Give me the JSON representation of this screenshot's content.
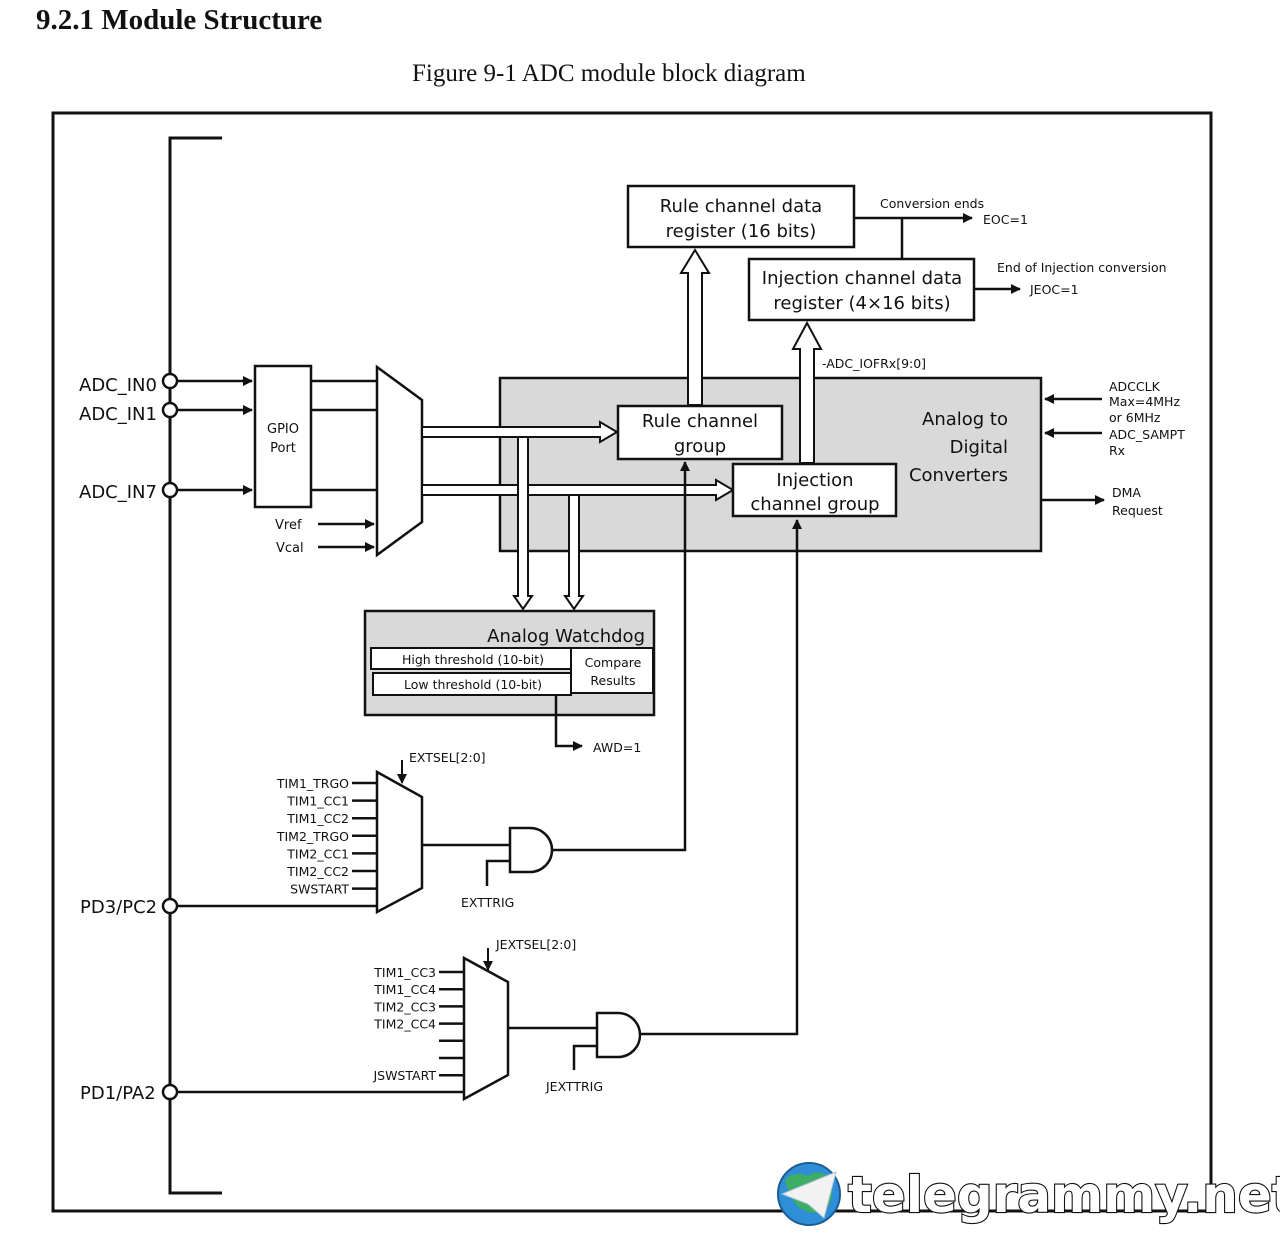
{
  "header": {
    "section_title": "9.2.1 Module Structure",
    "figure_caption": "Figure 9-1 ADC module block diagram"
  },
  "colors": {
    "line": "#111111",
    "block_fill_gray": "#d9d9d9",
    "box_fill": "#ffffff"
  },
  "inputs": {
    "adc_in0": "ADC_IN0",
    "adc_in1": "ADC_IN1",
    "adc_in7": "ADC_IN7",
    "pd3_pc2": "PD3/PC2",
    "pd1_pa2": "PD1/PA2",
    "vref": "Vref",
    "vcal": "Vcal"
  },
  "gpio": {
    "line1": "GPIO",
    "line2": "Port"
  },
  "rule_data_register": {
    "line1": "Rule channel data",
    "line2": "register (16 bits)"
  },
  "injection_data_register": {
    "line1": "Injection channel data",
    "line2": "register (4×16 bits)"
  },
  "conversion_ends": {
    "label": "Conversion ends",
    "flag": "EOC=1"
  },
  "injection_end": {
    "label": "End of Injection conversion",
    "flag": "JEOC=1"
  },
  "offset_register": "-ADC_IOFRx[9:0]",
  "adc_block": {
    "line1": "Analog to",
    "line2": "Digital",
    "line3": "Converters",
    "rule_group": {
      "line1": "Rule channel",
      "line2": "group"
    },
    "injection_group": {
      "line1": "Injection",
      "line2": "channel group"
    }
  },
  "clock_inputs": {
    "line1": "ADCCLK",
    "line2": "Max=4MHz",
    "line3": "or 6MHz",
    "line4": "ADC_SAMPT",
    "line5": "Rx"
  },
  "dma": {
    "line1": "DMA",
    "line2": "Request"
  },
  "watchdog": {
    "title": "Analog Watchdog",
    "high": "High threshold (10-bit)",
    "low": "Low threshold (10-bit)",
    "compare1": "Compare",
    "compare2": "Results",
    "flag": "AWD=1"
  },
  "regular_trigger": {
    "select": "EXTSEL[2:0]",
    "sources": [
      "TIM1_TRGO",
      "TIM1_CC1",
      "TIM1_CC2",
      "TIM2_TRGO",
      "TIM2_CC1",
      "TIM2_CC2",
      "SWSTART"
    ],
    "enable": "EXTTRIG"
  },
  "injected_trigger": {
    "select": "JEXTSEL[2:0]",
    "sources": [
      "TIM1_CC3",
      "TIM1_CC4",
      "TIM2_CC3",
      "TIM2_CC4",
      "",
      "",
      "JSWSTART"
    ],
    "enable": "JEXTTRIG"
  },
  "watermark": {
    "text": "telegrammy.net"
  }
}
